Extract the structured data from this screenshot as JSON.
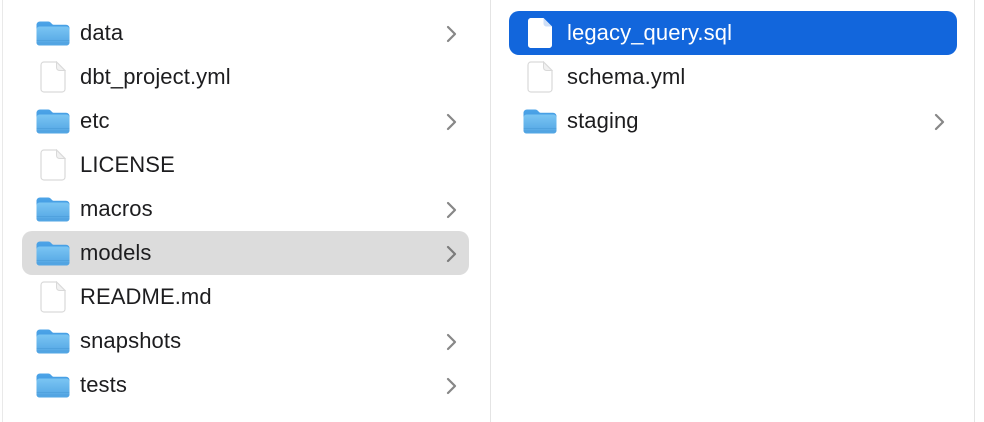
{
  "app": "finder-column-view",
  "colors": {
    "selection_primary_blue": "#1266dc",
    "selection_secondary_gray": "#dcdcdc",
    "folder_blue_light": "#7ac5f3",
    "folder_blue_dark": "#2e8bd8",
    "text": "#1d1d1f",
    "selected_text": "#ffffff",
    "divider": "#e4e4e4",
    "chevron_gray": "#878787",
    "file_outline": "#d9d9d9"
  },
  "icons": {
    "folder": "folder-icon",
    "file": "document-icon",
    "chevron": "chevron-right-icon"
  },
  "columns": [
    {
      "name": "parent-directory",
      "items": [
        {
          "label": "data",
          "type": "folder",
          "chevron": true,
          "selected": "none"
        },
        {
          "label": "dbt_project.yml",
          "type": "file",
          "chevron": false,
          "selected": "none"
        },
        {
          "label": "etc",
          "type": "folder",
          "chevron": true,
          "selected": "none"
        },
        {
          "label": "LICENSE",
          "type": "file",
          "chevron": false,
          "selected": "none"
        },
        {
          "label": "macros",
          "type": "folder",
          "chevron": true,
          "selected": "none"
        },
        {
          "label": "models",
          "type": "folder",
          "chevron": true,
          "selected": "secondary"
        },
        {
          "label": "README.md",
          "type": "file",
          "chevron": false,
          "selected": "none"
        },
        {
          "label": "snapshots",
          "type": "folder",
          "chevron": true,
          "selected": "none"
        },
        {
          "label": "tests",
          "type": "folder",
          "chevron": true,
          "selected": "none"
        }
      ]
    },
    {
      "name": "models-directory",
      "items": [
        {
          "label": "legacy_query.sql",
          "type": "file",
          "chevron": false,
          "selected": "primary"
        },
        {
          "label": "schema.yml",
          "type": "file",
          "chevron": false,
          "selected": "none"
        },
        {
          "label": "staging",
          "type": "folder",
          "chevron": true,
          "selected": "none"
        }
      ]
    }
  ]
}
